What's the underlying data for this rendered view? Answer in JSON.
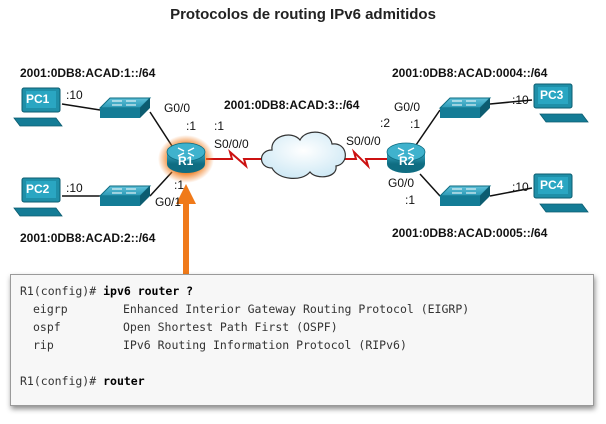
{
  "title": "Protocolos de routing IPv6 admitidos",
  "networks": {
    "lan_pc1": "2001:0DB8:ACAD:1::/64",
    "lan_pc2": "2001:0DB8:ACAD:2::/64",
    "wan": "2001:0DB8:ACAD:3::/64",
    "lan_pc3": "2001:0DB8:ACAD:0004::/64",
    "lan_pc4": "2001:0DB8:ACAD:0005::/64"
  },
  "devices": {
    "pc1": "PC1",
    "pc2": "PC2",
    "pc3": "PC3",
    "pc4": "PC4",
    "r1": "R1",
    "r2": "R2"
  },
  "interfaces": {
    "pc1_host": ":10",
    "pc2_host": ":10",
    "pc3_host": ":10",
    "pc4_host": ":10",
    "r1_g00": "G0/0",
    "r1_g00_addr": ":1",
    "r1_s000_addr": ":1",
    "r1_s000": "S0/0/0",
    "r1_g01_addr": ":1",
    "r1_g01": "G0/1",
    "r2_s000": "S0/0/0",
    "r2_s000_addr": ":2",
    "r2_g00_top": "G0/0",
    "r2_g00_top_addr": ":1",
    "r2_g00_bottom": "G0/0",
    "r2_g00_bottom_addr": ":1"
  },
  "cli": {
    "line1_prompt": "R1(config)# ",
    "line1_cmd": "ipv6 router ?",
    "options": [
      {
        "name": "eigrp",
        "desc": "Enhanced Interior Gateway Routing Protocol (EIGRP)"
      },
      {
        "name": "ospf",
        "desc": "Open Shortest Path First (OSPF)"
      },
      {
        "name": "rip",
        "desc": "IPv6 Routing Information Protocol (RIPv6)"
      }
    ],
    "line2_prompt": "R1(config)# ",
    "line2_cmd": "router"
  },
  "colors": {
    "device_teal": "#1f8fa8",
    "device_dark": "#0f6d82",
    "link_red": "#cc1111",
    "highlight_orange": "#f07a1a"
  }
}
